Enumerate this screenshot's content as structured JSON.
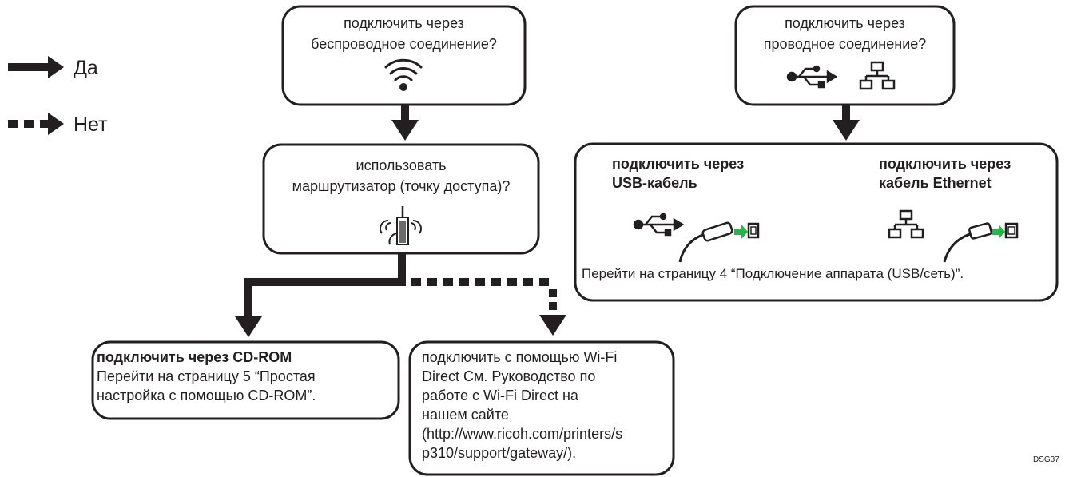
{
  "legend": {
    "yes_label": "Да",
    "no_label": "Нет"
  },
  "nodes": {
    "wireless": {
      "line1": "подключить через",
      "line2": "беспроводное соединение?",
      "icon": "wifi-icon"
    },
    "wired": {
      "line1": "подключить через",
      "line2": "проводное соединение?",
      "icons": [
        "usb-icon",
        "network-icon"
      ]
    },
    "router": {
      "line1": "использовать",
      "line2": "маршрутизатор (точку доступа)?",
      "icon": "router-icon"
    },
    "wired_options": {
      "usb_title_line1": "подключить через",
      "usb_title_line2": "USB-кабель",
      "eth_title_line1": "подключить через",
      "eth_title_line2": "кабель Ethernet",
      "footer": "Перейти на страницу 4 “Подключение аппарата (USB/сеть)”."
    },
    "cdrom": {
      "title": "подключить через CD-ROM",
      "body_line1": "Перейти на страницу 5 “Простая",
      "body_line2": "настройка с помощью CD-ROM”."
    },
    "wifi_direct": {
      "lines": [
        "подключить с помощью Wi-Fi",
        "Direct См. Руководство по",
        "работе с Wi-Fi Direct на",
        "нашем сайте",
        "(http://www.ricoh.com/printers/s",
        "p310/support/gateway/)."
      ]
    }
  },
  "code_label": "DSG37",
  "colors": {
    "ink": "#231f20",
    "connector_green": "#2bb24c"
  }
}
